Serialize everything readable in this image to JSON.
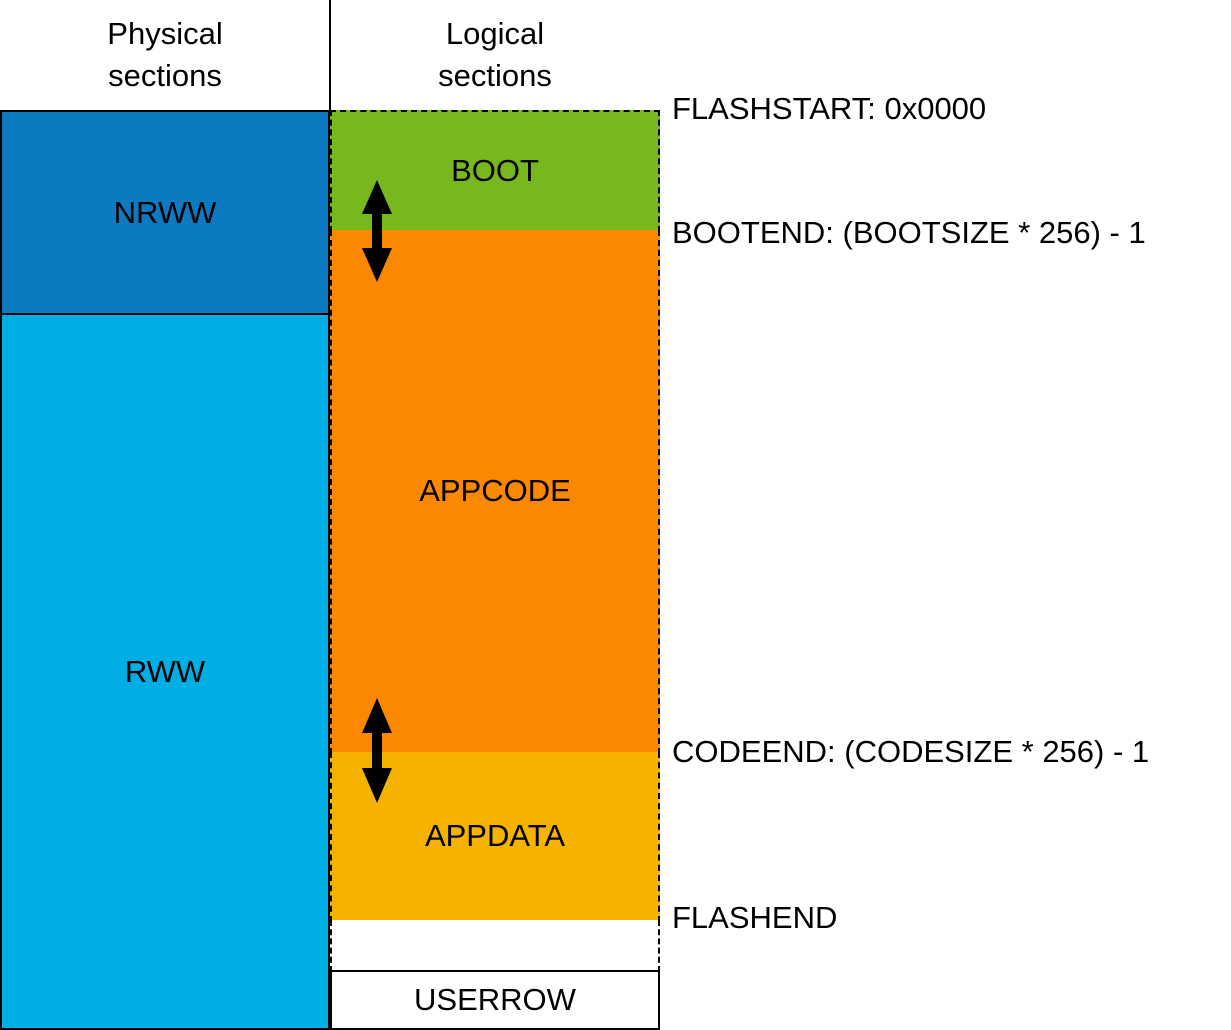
{
  "diagram": {
    "title": "Flash memory physical and logical section map",
    "columns": {
      "physical": {
        "header": "Physical\nsections"
      },
      "logical": {
        "header": "Logical\nsections"
      }
    },
    "physical_sections": [
      {
        "name": "NRWW",
        "label": "NRWW",
        "color": "#0B7AC0"
      },
      {
        "name": "RWW",
        "label": "RWW",
        "color": "#00AEE6"
      }
    ],
    "logical_sections": [
      {
        "name": "BOOT",
        "label": "BOOT",
        "color": "#76B81E"
      },
      {
        "name": "APPCODE",
        "label": "APPCODE",
        "color": "#FC8700"
      },
      {
        "name": "APPDATA",
        "label": "APPDATA",
        "color": "#F5B300"
      },
      {
        "name": "USERROW",
        "label": "USERROW",
        "color": "#FFFFFF"
      }
    ],
    "boundaries": [
      {
        "name": "FLASHSTART",
        "label": "FLASHSTART: 0x0000"
      },
      {
        "name": "BOOTEND",
        "label": "BOOTEND: (BOOTSIZE * 256) - 1"
      },
      {
        "name": "CODEEND",
        "label": "CODEEND: (CODESIZE * 256) - 1"
      },
      {
        "name": "FLASHEND",
        "label": "FLASHEND"
      }
    ],
    "arrows": [
      {
        "name": "boot-boundary-arrow",
        "kind": "double-headed-vertical"
      },
      {
        "name": "code-boundary-arrow",
        "kind": "double-headed-vertical"
      }
    ],
    "colors": {
      "nrww": "#0B7AC0",
      "rww": "#00AEE6",
      "boot": "#76B81E",
      "appcode": "#FC8700",
      "appdata": "#F5B300",
      "userrow": "#FFFFFF",
      "outline": "#000000",
      "background": "#FFFFFF"
    }
  }
}
